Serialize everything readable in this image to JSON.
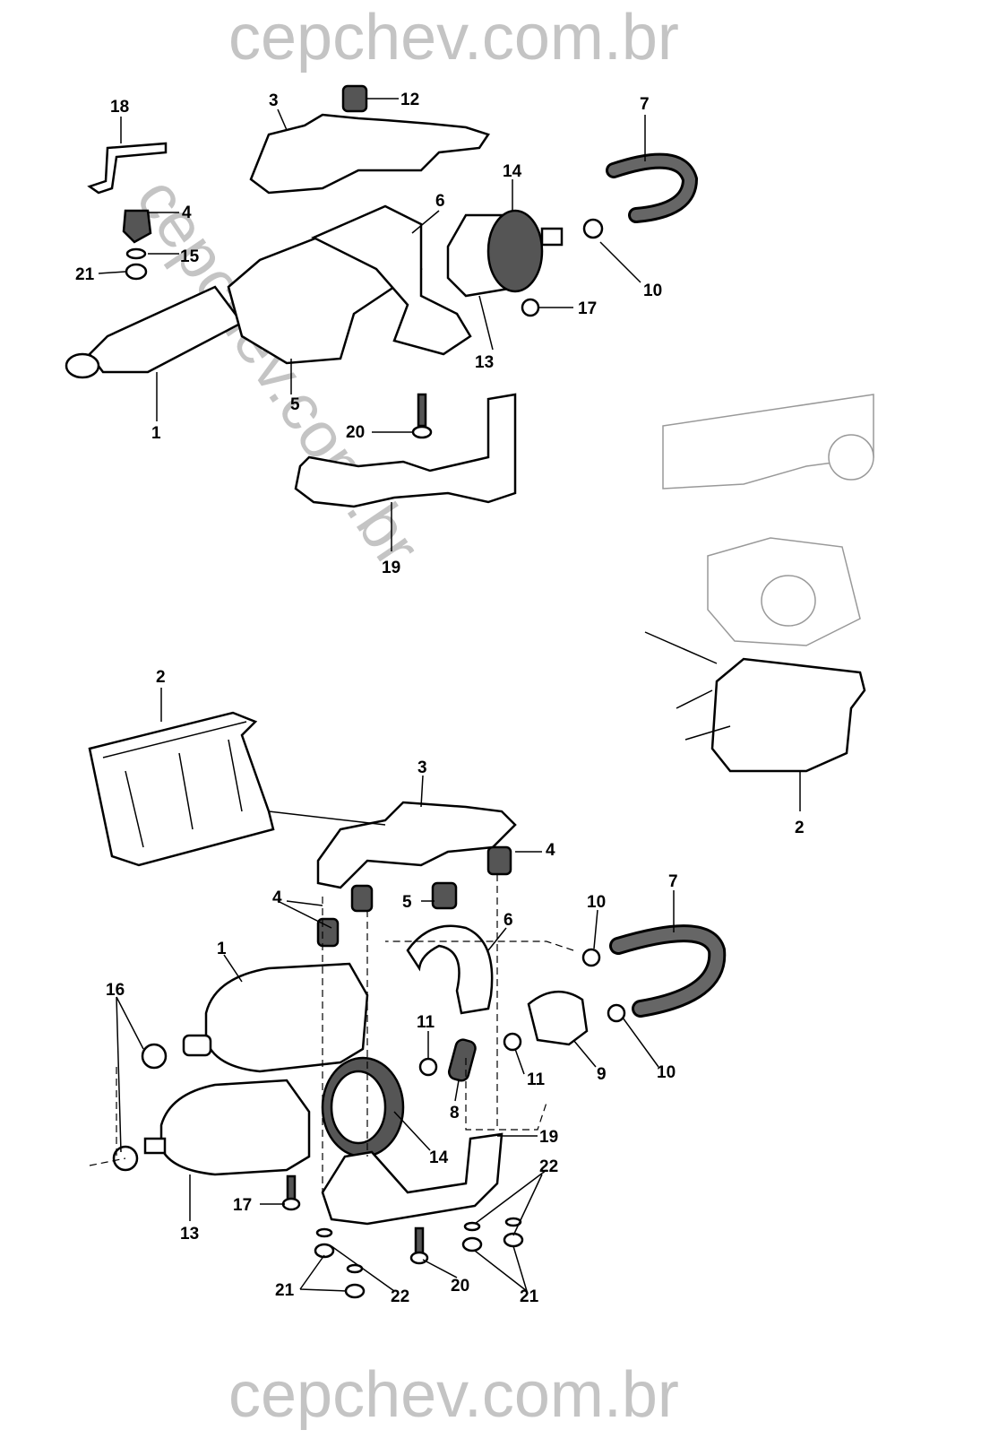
{
  "watermarks": {
    "top": "cepchev.com.br",
    "diagonal": "cepchev.com.br",
    "bottom": "cepchev.com.br"
  },
  "upper_view": {
    "callouts": [
      "12",
      "3",
      "18",
      "7",
      "14",
      "6",
      "4",
      "15",
      "21",
      "10",
      "17",
      "13",
      "5",
      "1",
      "20",
      "19"
    ]
  },
  "installed_view": {
    "callouts": [
      "2"
    ]
  },
  "lower_view": {
    "callouts": [
      "2",
      "3",
      "4",
      "4",
      "5",
      "7",
      "10",
      "6",
      "1",
      "16",
      "11",
      "11",
      "9",
      "10",
      "8",
      "14",
      "19",
      "22",
      "17",
      "13",
      "21",
      "22",
      "20",
      "21"
    ]
  }
}
